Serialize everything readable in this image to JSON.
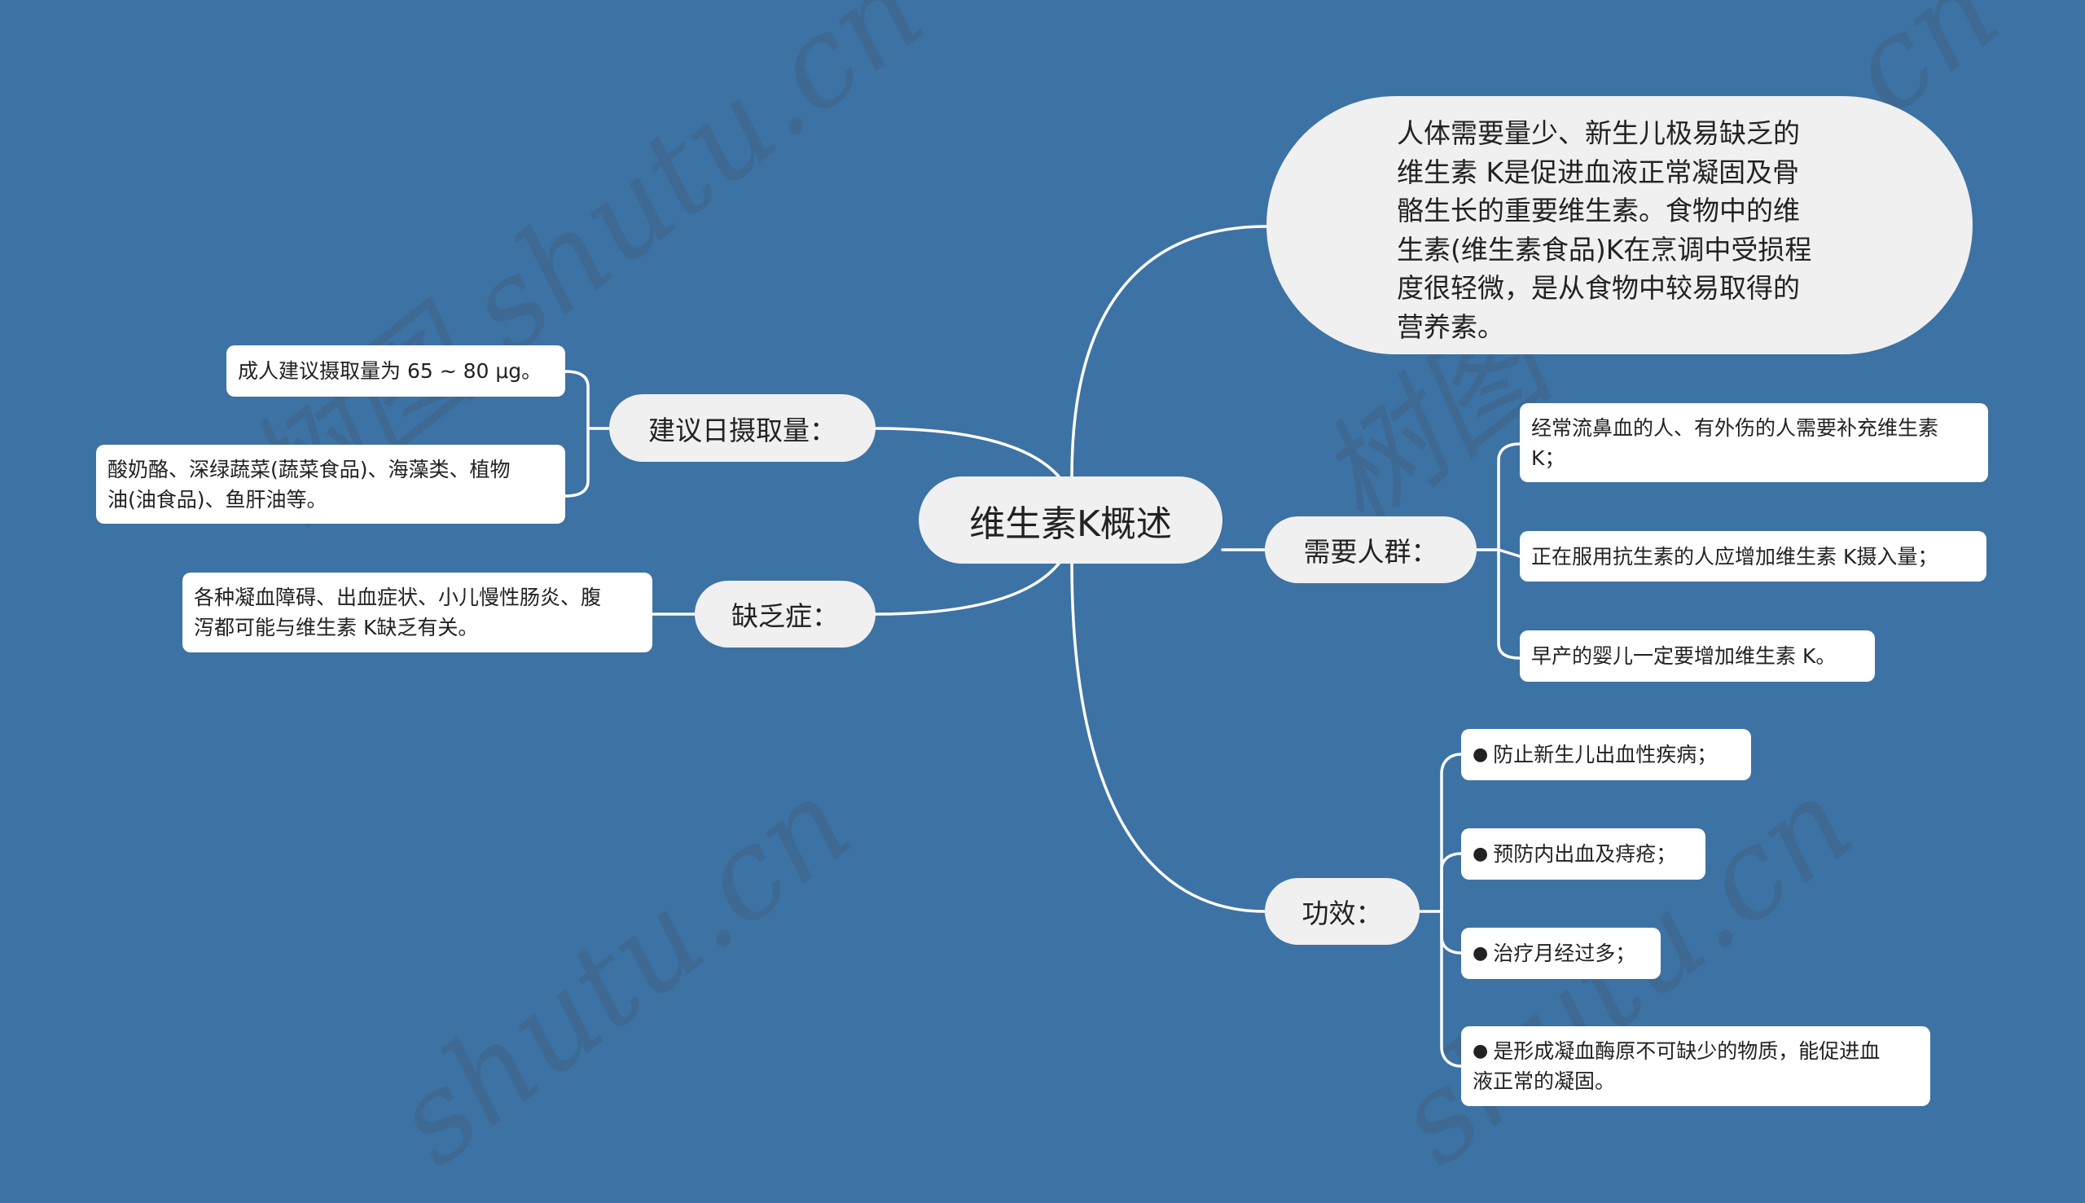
{
  "colors": {
    "background": "#3D72A4",
    "node_fill": "#F0F0F0",
    "leaf_fill": "#FFFFFF",
    "connector": "#FFFFFF",
    "text": "#222222"
  },
  "root": {
    "label": "维生素K概述"
  },
  "description": {
    "lines": [
      "人体需要量少、新生儿极易缺乏的",
      "维生素 K是促进血液正常凝固及骨",
      "骼生长的重要维生素。食物中的维",
      "生素(维生素食品)K在烹调中受损程",
      "度很轻微，是从食物中较易取得的",
      "营养素。"
    ]
  },
  "branches": {
    "intake": {
      "label": "建议日摄取量：",
      "children": [
        {
          "lines": [
            "成人建议摄取量为 65 ~ 80 μg。"
          ]
        },
        {
          "lines": [
            "酸奶酪、深绿蔬菜(蔬菜食品)、海藻类、植物",
            "油(油食品)、鱼肝油等。"
          ]
        }
      ]
    },
    "deficiency": {
      "label": "缺乏症：",
      "children": [
        {
          "lines": [
            "各种凝血障碍、出血症状、小儿慢性肠炎、腹",
            "泻都可能与维生素 K缺乏有关。"
          ]
        }
      ]
    },
    "people": {
      "label": "需要人群：",
      "children": [
        {
          "lines": [
            "经常流鼻血的人、有外伤的人需要补充维生素",
            " K；"
          ]
        },
        {
          "lines": [
            "正在服用抗生素的人应增加维生素 K摄入量；"
          ]
        },
        {
          "lines": [
            "早产的婴儿一定要增加维生素 K。"
          ]
        }
      ]
    },
    "effects": {
      "label": "功效：",
      "bullet": "●",
      "children": [
        {
          "lines": [
            "防止新生儿出血性疾病；"
          ]
        },
        {
          "lines": [
            "预防内出血及痔疮；"
          ]
        },
        {
          "lines": [
            "治疗月经过多；"
          ]
        },
        {
          "lines": [
            "是形成凝血酶原不可缺少的物质，能促进血",
            "液正常的凝固。"
          ]
        }
      ]
    }
  },
  "watermarks": [
    "树图 shutu.cn",
    "树图 shutu.cn",
    "shutu.cn",
    "shutu.cn"
  ]
}
